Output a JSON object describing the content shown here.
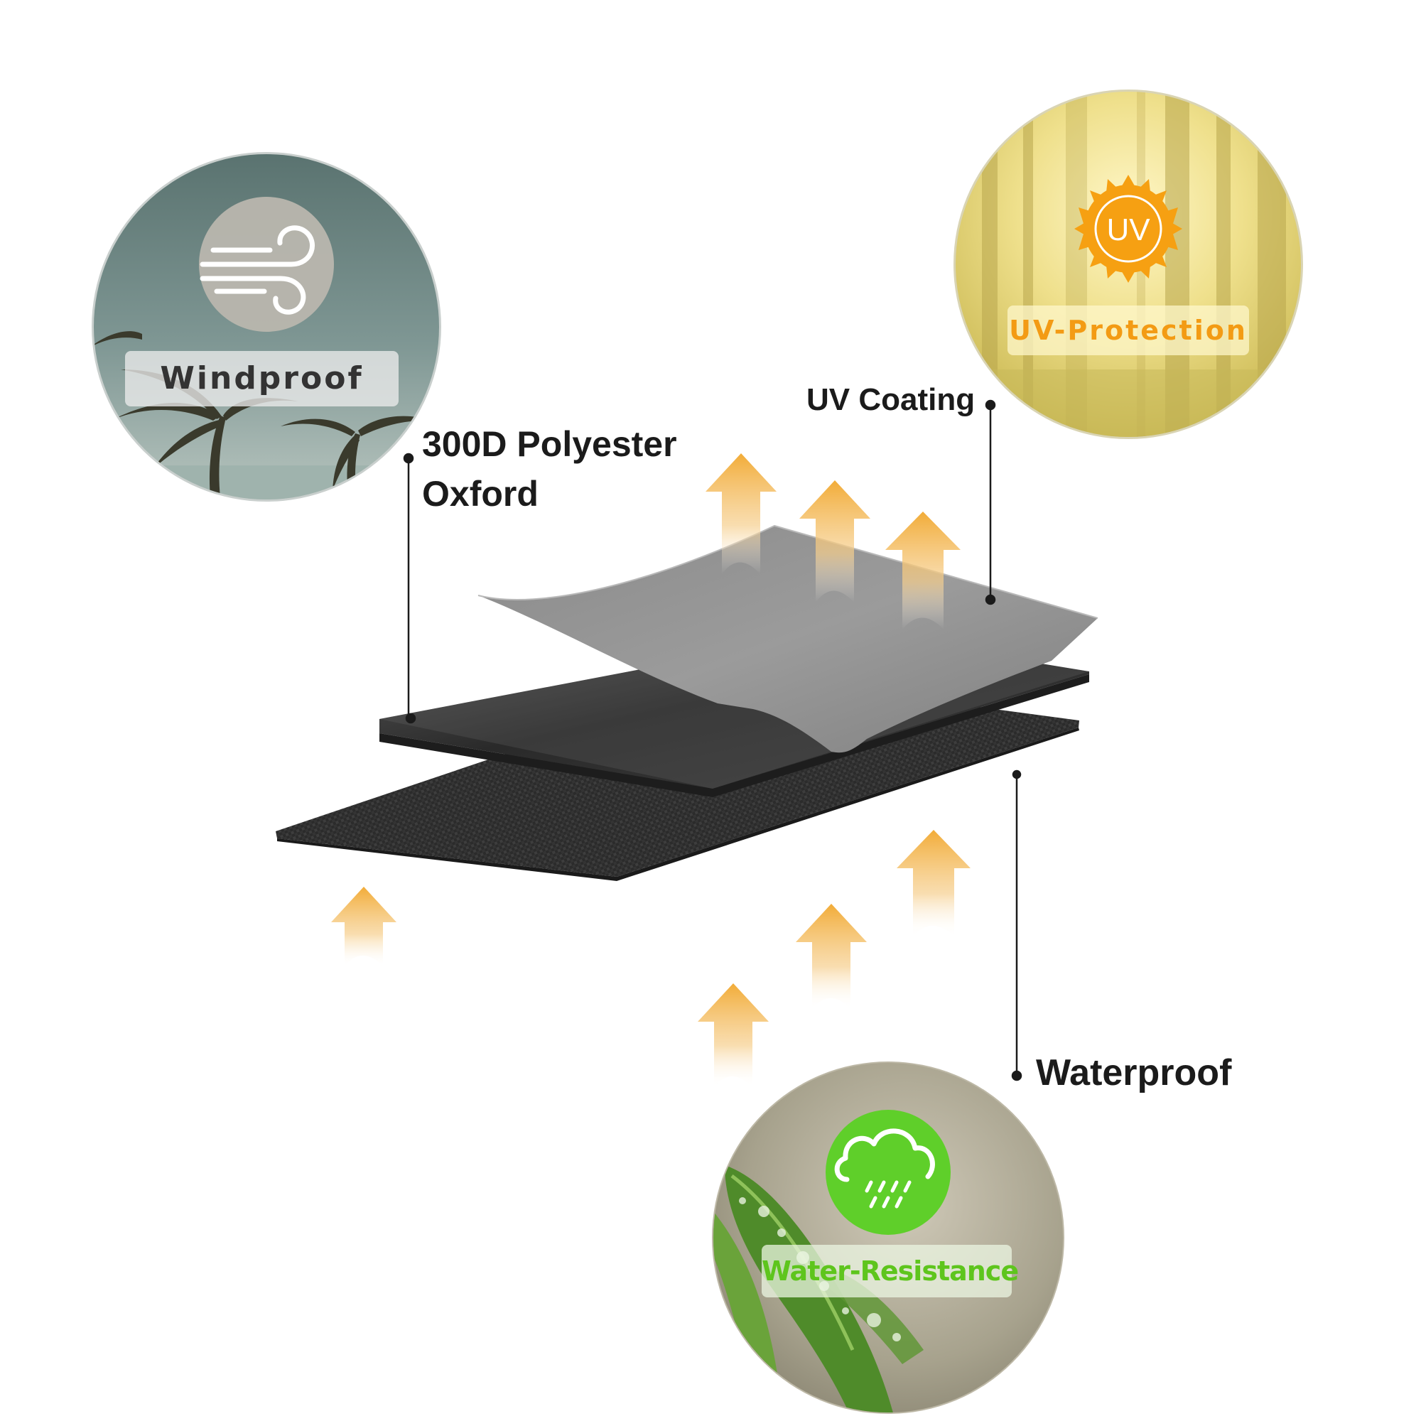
{
  "callouts": {
    "polyester_line1": "300D Polyester",
    "polyester_line2": "Oxford",
    "uv_coating": "UV Coating",
    "waterproof": "Waterproof"
  },
  "badges": {
    "windproof": "Windproof",
    "uv_protection": "UV-Protection",
    "water_resistance": "Water-Resistance"
  },
  "icons": {
    "uv_icon_text": "UV",
    "wind_icon": "wind-icon",
    "sun_icon": "sun-icon",
    "rain_cloud_icon": "rain-cloud-icon"
  },
  "colors": {
    "uv_orange": "#f6a012",
    "water_green": "#5fcf2a",
    "arrow": "#f2b24a",
    "callout_text": "#1b1b1b"
  }
}
